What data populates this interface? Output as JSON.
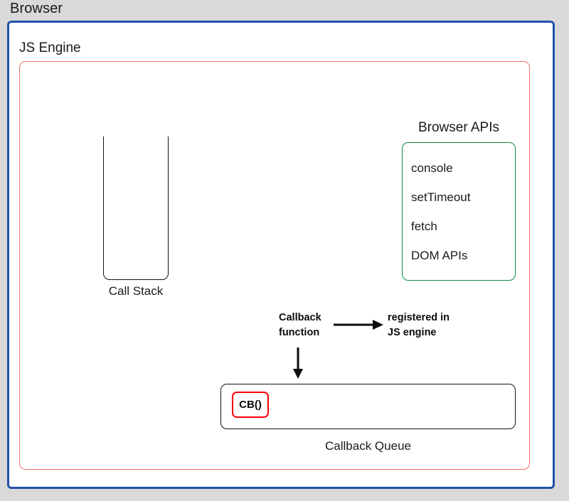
{
  "diagram": {
    "browser": {
      "label": "Browser",
      "border_color": "#1f51a8"
    },
    "js_engine": {
      "label": "JS Engine",
      "border_color": "#f4716a"
    },
    "call_stack": {
      "label": "Call Stack",
      "border_color": "#141414"
    },
    "browser_apis": {
      "title": "Browser APIs",
      "border_color": "#0f8a45",
      "items": [
        {
          "label": "console"
        },
        {
          "label": "setTimeout"
        },
        {
          "label": "fetch"
        },
        {
          "label": "DOM APIs"
        }
      ]
    },
    "callback_flow": {
      "source_line1": "Callback",
      "source_line2": "function",
      "target_line1": "registered in",
      "target_line2": "JS engine",
      "arrow_right_name": "arrow-right",
      "arrow_down_name": "arrow-down"
    },
    "callback_queue": {
      "label": "Callback Queue",
      "border_color": "#141414",
      "chip_label": "CB()",
      "chip_border_color": "#fb0007"
    },
    "canvas": {
      "background": "#d9d9d9"
    }
  }
}
